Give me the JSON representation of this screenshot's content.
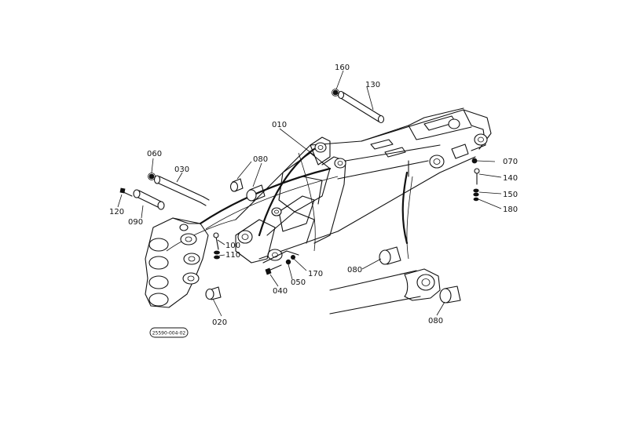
{
  "diagram": {
    "drawing_code": "25590-004-02",
    "labels": {
      "p010": "010",
      "p020": "020",
      "p030": "030",
      "p040": "040",
      "p050": "050",
      "p060": "060",
      "p070": "070",
      "p080a": "080",
      "p080b": "080",
      "p080c": "080",
      "p090": "090",
      "p100": "100",
      "p110": "110",
      "p120": "120",
      "p130": "130",
      "p140": "140",
      "p150": "150",
      "p160": "160",
      "p170": "170",
      "p180": "180"
    }
  }
}
